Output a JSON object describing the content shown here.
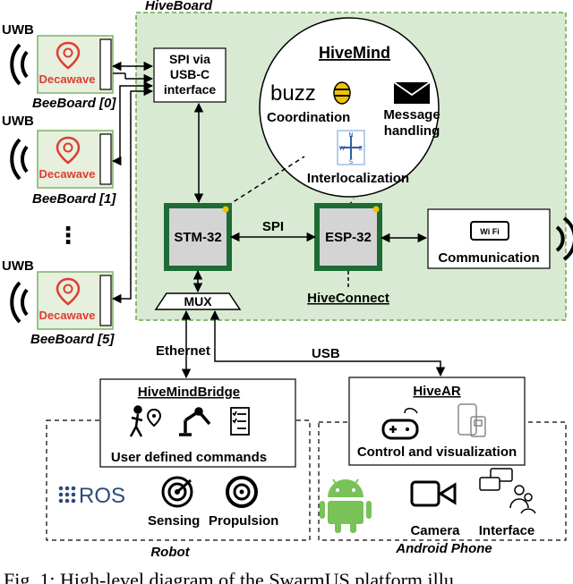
{
  "hiveboard": {
    "title": "HiveBoard"
  },
  "beeboards": {
    "uwb_label": "UWB",
    "brand": "Decawave",
    "boards": [
      {
        "uwb": "UWB",
        "name": "BeeBoard [0]"
      },
      {
        "uwb": "UWB",
        "name": "BeeBoard [1]"
      },
      {
        "uwb": "UWB",
        "name": "BeeBoard [5]"
      }
    ],
    "ellipsis": "⋮"
  },
  "spi_box": {
    "lines": [
      "SPI via",
      "USB-C",
      "interface"
    ]
  },
  "hivemind": {
    "title": "HiveMind",
    "buzz": "buzz",
    "coordination": "Coordination",
    "message": [
      "Message",
      "handling"
    ],
    "compass_letters": {
      "n": "N",
      "s": "S",
      "e": "E",
      "w": "W"
    },
    "interlocalization": "Interlocalization"
  },
  "chips": {
    "stm": "STM-32",
    "esp": "ESP-32",
    "link": "SPI"
  },
  "hiveconnect": "HiveConnect",
  "mux": "MUX",
  "comm": {
    "wifi": "Wi Fi",
    "label": "Communication"
  },
  "links": {
    "ethernet": "Ethernet",
    "usb": "USB"
  },
  "bridge": {
    "title": "HiveMindBridge",
    "label": "User defined commands"
  },
  "robot": {
    "ros": "ROS",
    "sensing": "Sensing",
    "propulsion": "Propulsion",
    "label": "Robot"
  },
  "hivear": {
    "title": "HiveAR",
    "label": "Control and visualization"
  },
  "phone": {
    "camera": "Camera",
    "interface": "Interface",
    "label": "Android Phone"
  },
  "caption": "Fig. 1: High-level diagram of the SwarmUS platform illu",
  "colors": {
    "board_fill": "#d9ead3",
    "board_stroke": "#6aa84f",
    "chip_border": "#1e6b35",
    "chip_fill": "#d4d4d4",
    "decawave_red": "#e03c31",
    "android_green": "#78c257",
    "buzz_yellow": "#f2c200"
  }
}
